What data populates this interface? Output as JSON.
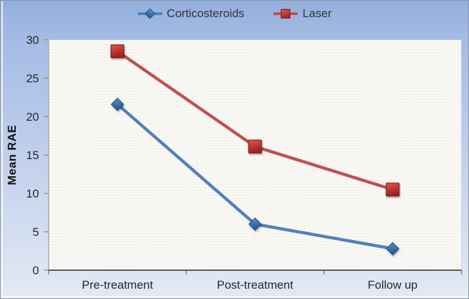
{
  "colors": {
    "background_top": "#94afdd",
    "background_bottom": "#e3eaf5",
    "plot_background": "#faf9f5",
    "y_axis_line": "#9aa0a8",
    "x_axis_line": "#595959",
    "tick_mark": "#8c8c8c",
    "tick_label": "#262626",
    "legend_text": "#333333"
  },
  "chart_data": {
    "type": "line",
    "categories": [
      "Pre-treatment",
      "Post-treatment",
      "Follow up"
    ],
    "series": [
      {
        "name": "Corticosteroids",
        "marker": "diamond",
        "color": "#4f81bd",
        "marker_top": "#5f93cb",
        "marker_bottom": "#235a97",
        "marker_stroke": "#1f4e79",
        "values": [
          21.6,
          6.0,
          2.8
        ]
      },
      {
        "name": "Laser",
        "marker": "square",
        "color": "#c0504d",
        "marker_top": "#e0554f",
        "marker_bottom": "#9c211f",
        "marker_stroke": "#7a1513",
        "values": [
          28.5,
          16.1,
          10.5
        ]
      }
    ],
    "title": "",
    "xlabel": "",
    "ylabel": "Mean RAE",
    "ylim": [
      0,
      30
    ],
    "yticks": [
      0,
      5,
      10,
      15,
      20,
      25,
      30
    ],
    "grid": false,
    "legend_position": "top"
  }
}
